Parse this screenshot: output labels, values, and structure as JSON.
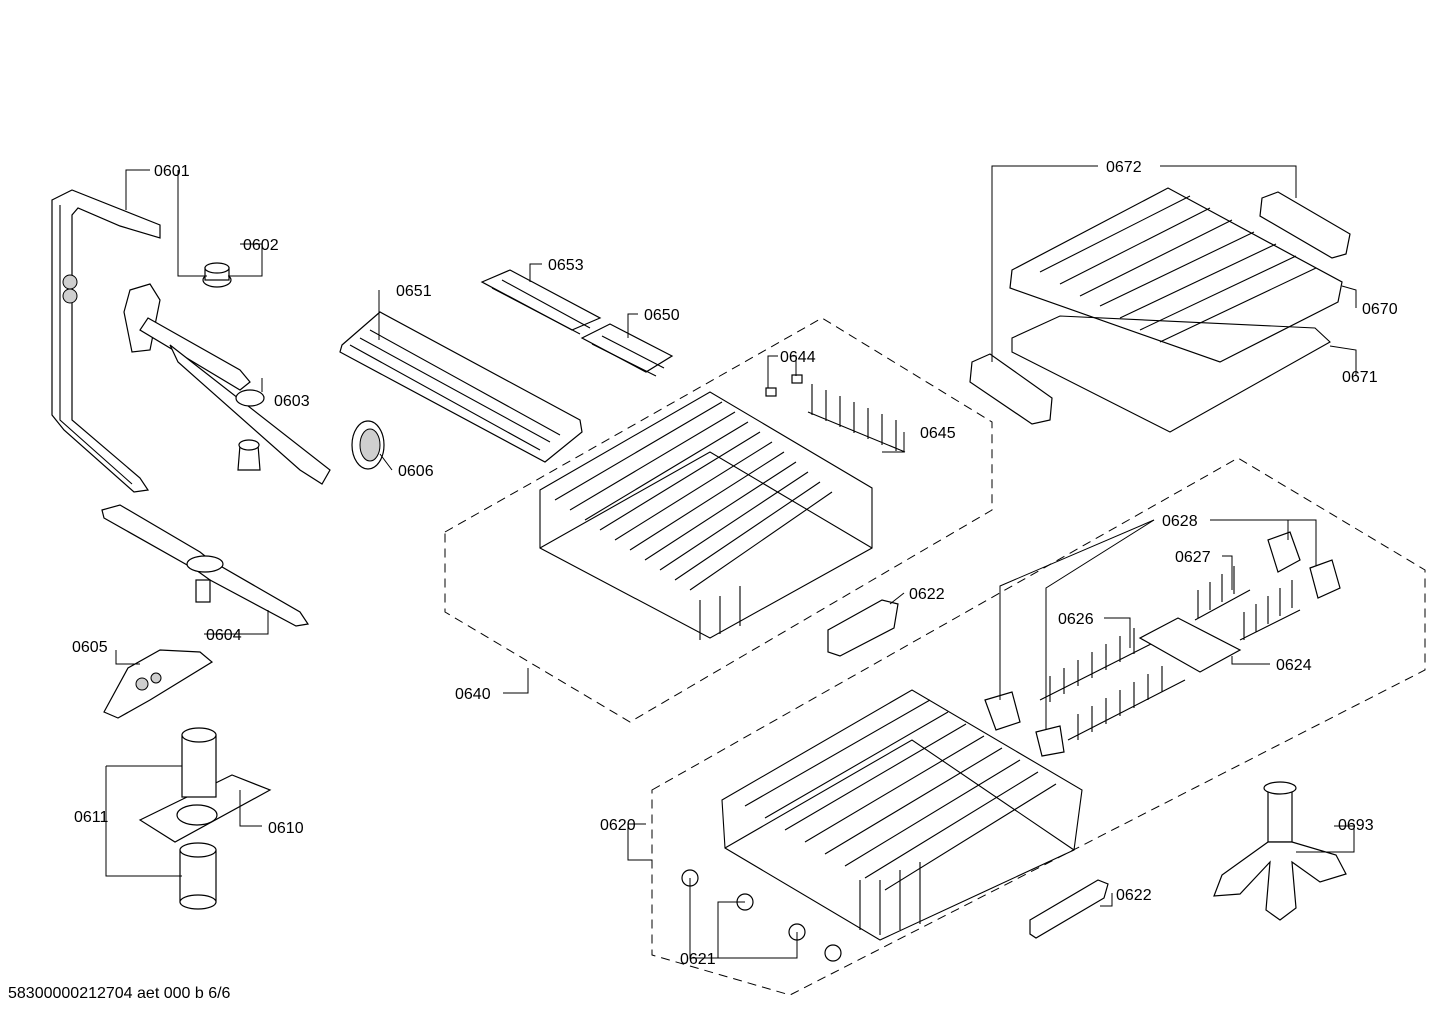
{
  "labels": {
    "p0601": "0601",
    "p0602": "0602",
    "p0603": "0603",
    "p0604": "0604",
    "p0605": "0605",
    "p0606": "0606",
    "p0610": "0610",
    "p0611": "0611",
    "p0620": "0620",
    "p0621": "0621",
    "p0622a": "0622",
    "p0622b": "0622",
    "p0624": "0624",
    "p0626": "0626",
    "p0627": "0627",
    "p0628": "0628",
    "p0640": "0640",
    "p0644": "0644",
    "p0645": "0645",
    "p0650": "0650",
    "p0651": "0651",
    "p0653": "0653",
    "p0670": "0670",
    "p0671": "0671",
    "p0672": "0672",
    "p0693": "0693"
  },
  "footer": "58300000212704 aet 000 b 6/6"
}
